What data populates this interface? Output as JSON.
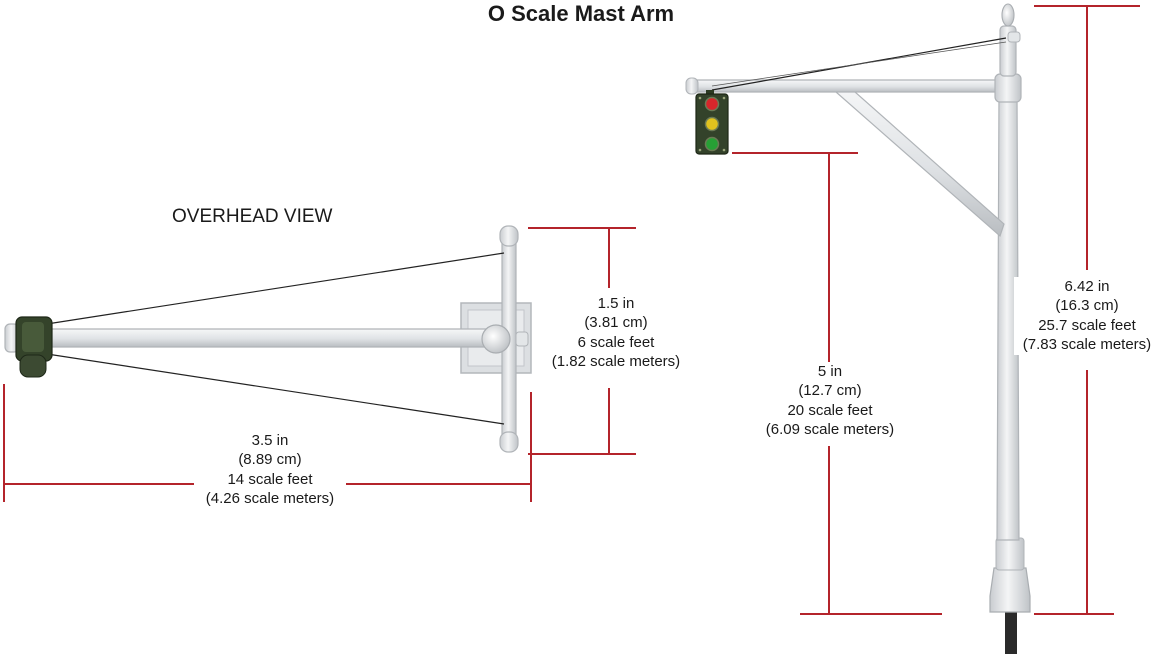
{
  "title": "O Scale Mast Arm",
  "overhead_label": "OVERHEAD VIEW",
  "colors": {
    "dimension_line": "#b4242b",
    "pole": "#e6e8ea",
    "pole_outline": "#b7bbbf",
    "signal_body": "#2c3a22",
    "signal_red": "#d7262b",
    "signal_yellow": "#e0c21e",
    "signal_green": "#27a035"
  },
  "dimensions": {
    "arm_width": {
      "lines": [
        "1.5 in",
        "(3.81 cm)",
        "6 scale feet",
        "(1.82 scale meters)"
      ]
    },
    "arm_length": {
      "lines": [
        "3.5 in",
        "(8.89 cm)",
        "14 scale feet",
        "(4.26 scale meters)"
      ]
    },
    "signal_height": {
      "lines": [
        "5 in",
        "(12.7 cm)",
        "20 scale feet",
        "(6.09 scale meters)"
      ]
    },
    "total_height": {
      "lines": [
        "6.42 in",
        "(16.3 cm)",
        "25.7 scale feet",
        "(7.83 scale meters)"
      ]
    }
  }
}
